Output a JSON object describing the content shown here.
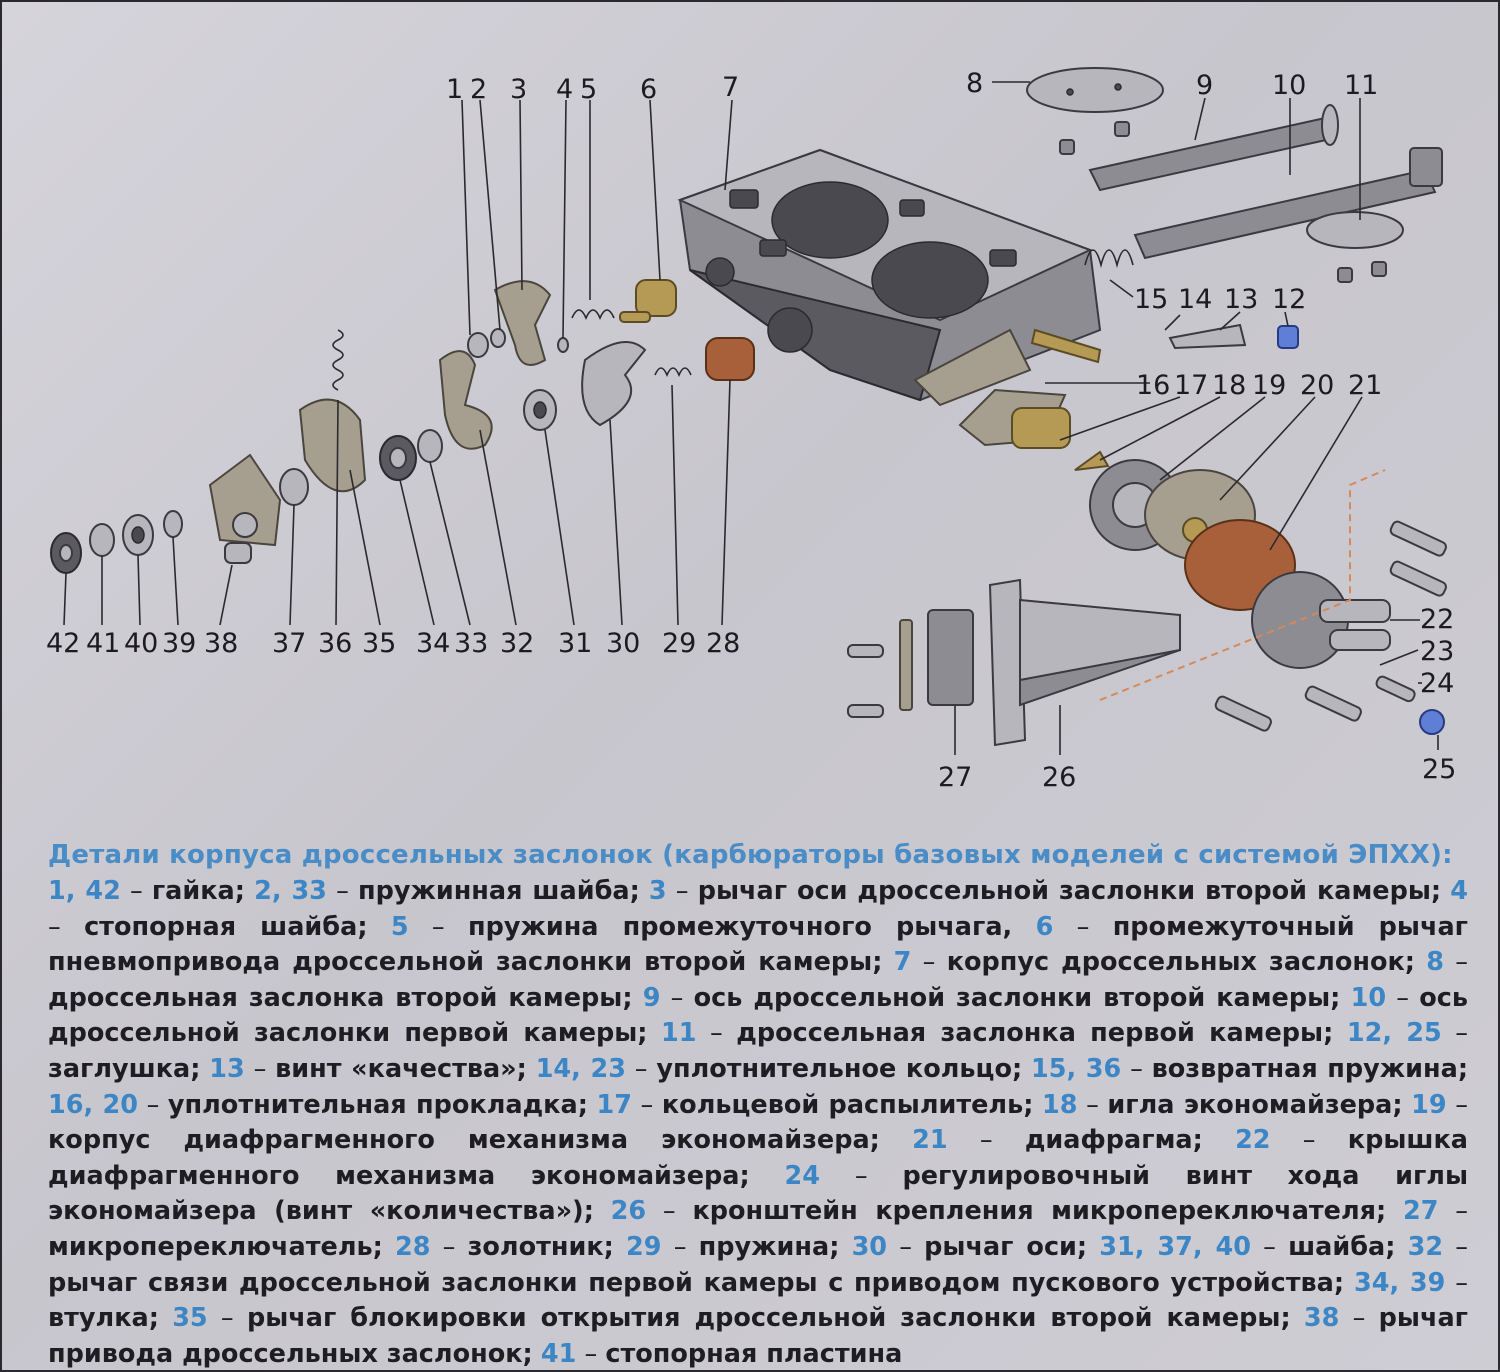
{
  "diagram": {
    "callouts": [
      {
        "id": "1",
        "text": "1"
      },
      {
        "id": "2",
        "text": "2"
      },
      {
        "id": "3",
        "text": "3"
      },
      {
        "id": "4",
        "text": "4"
      },
      {
        "id": "5",
        "text": "5"
      },
      {
        "id": "6",
        "text": "6"
      },
      {
        "id": "7",
        "text": "7"
      },
      {
        "id": "8",
        "text": "8"
      },
      {
        "id": "9",
        "text": "9"
      },
      {
        "id": "10",
        "text": "10"
      },
      {
        "id": "11",
        "text": "11"
      },
      {
        "id": "12a",
        "text": "12"
      },
      {
        "id": "13",
        "text": "13"
      },
      {
        "id": "14",
        "text": "14"
      },
      {
        "id": "15",
        "text": "15"
      },
      {
        "id": "16",
        "text": "16"
      },
      {
        "id": "17",
        "text": "17"
      },
      {
        "id": "18",
        "text": "18"
      },
      {
        "id": "19",
        "text": "19"
      },
      {
        "id": "20",
        "text": "20"
      },
      {
        "id": "21",
        "text": "21"
      },
      {
        "id": "22",
        "text": "22"
      },
      {
        "id": "23",
        "text": "23"
      },
      {
        "id": "24",
        "text": "24"
      },
      {
        "id": "25",
        "text": "25"
      },
      {
        "id": "26",
        "text": "26"
      },
      {
        "id": "27",
        "text": "27"
      },
      {
        "id": "28",
        "text": "28"
      },
      {
        "id": "29",
        "text": "29"
      },
      {
        "id": "30",
        "text": "30"
      },
      {
        "id": "31",
        "text": "31"
      },
      {
        "id": "32",
        "text": "32"
      },
      {
        "id": "33",
        "text": "33"
      },
      {
        "id": "34",
        "text": "34"
      },
      {
        "id": "35",
        "text": "35"
      },
      {
        "id": "36",
        "text": "36"
      },
      {
        "id": "37",
        "text": "37"
      },
      {
        "id": "38",
        "text": "38"
      },
      {
        "id": "39",
        "text": "39"
      },
      {
        "id": "40",
        "text": "40"
      },
      {
        "id": "41",
        "text": "41"
      },
      {
        "id": "42",
        "text": "42"
      }
    ]
  },
  "caption": {
    "title": "Детали корпуса дроссельных заслонок (карбюраторы базовых моделей с системой ЭПХХ):",
    "items": [
      {
        "num": "1, 42",
        "desc": "гайка;"
      },
      {
        "num": "2, 33",
        "desc": "пружинная шайба;"
      },
      {
        "num": "3",
        "desc": "рычаг оси дроссельной заслонки второй камеры;"
      },
      {
        "num": "4",
        "desc": "сто­порная шайба;"
      },
      {
        "num": "5",
        "desc": "пружина промежуточного рычага,"
      },
      {
        "num": "6",
        "desc": "промежуточный рычаг пневмопривода дрос­сельной заслонки второй камеры;"
      },
      {
        "num": "7",
        "desc": "корпус дроссельных заслонок;"
      },
      {
        "num": "8",
        "desc": "дроссельная заслонка второй камеры;"
      },
      {
        "num": "9",
        "desc": "ось дроссельной заслонки второй камеры;"
      },
      {
        "num": "10",
        "desc": "ось дроссельной заслонки первой камеры;"
      },
      {
        "num": "11",
        "desc": "дроссельная заслонка первой камеры;"
      },
      {
        "num": "12, 25",
        "desc": "заглушка;"
      },
      {
        "num": "13",
        "desc": "винт «качества»;"
      },
      {
        "num": "14, 23",
        "desc": "уплотни­тельное кольцо;"
      },
      {
        "num": "15, 36",
        "desc": "возвратная пружина;"
      },
      {
        "num": "16, 20",
        "desc": "уплотнительная прокладка;"
      },
      {
        "num": "17",
        "desc": "кольцевой рас­пылитель;"
      },
      {
        "num": "18",
        "desc": "игла экономайзера;"
      },
      {
        "num": "19",
        "desc": "корпус диафрагменного механизма экономайзера;"
      },
      {
        "num": "21",
        "desc": "диа­фрагма;"
      },
      {
        "num": "22",
        "desc": "крышка диафрагменного механизма экономайзера;"
      },
      {
        "num": "24",
        "desc": "регулировочный винт хода иглы экономайзера (винт «количества»);"
      },
      {
        "num": "26",
        "desc": "кронштейн крепления микропереключателя;"
      },
      {
        "num": "27",
        "desc": "микропере­ключатель;"
      },
      {
        "num": "28",
        "desc": "золотник;"
      },
      {
        "num": "29",
        "desc": "пружина;"
      },
      {
        "num": "30",
        "desc": "рычаг оси;"
      },
      {
        "num": "31, 37, 40",
        "desc": "шайба;"
      },
      {
        "num": "32",
        "desc": "рычаг связи дрос­сельной заслонки первой камеры с приводом пускового устройства;"
      },
      {
        "num": "34, 39",
        "desc": "втулка;"
      },
      {
        "num": "35",
        "desc": "рычаг блоки­ровки открытия дроссельной заслонки второй камеры;"
      },
      {
        "num": "38",
        "desc": "рычаг привода дроссельных заслонок;"
      },
      {
        "num": "41",
        "desc": "сто­порная пластина"
      }
    ]
  }
}
